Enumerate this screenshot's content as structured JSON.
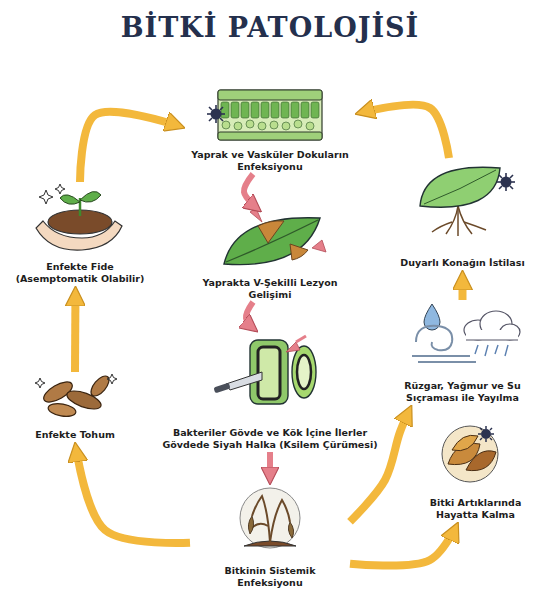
{
  "diagram": {
    "title": "BİTKİ PATOLOJİSİ",
    "nodes": [
      {
        "text": [
          "Yaprak ve Vasküler Dokuların Enfeksiyonu"
        ]
      },
      {
        "text": [
          "Enfekte Fide (Asemptomatik Olabilir)"
        ]
      },
      {
        "text": [
          "Yaprakta V-Şekilli Lezyon Gelişimi"
        ]
      },
      {
        "text": [
          "Duyarlı Konağın İstilası"
        ]
      },
      {
        "text": [
          "Rüzgar, Yağmur ve Su Sıçraması ile Yayılma"
        ]
      },
      {
        "text": [
          "Bakteriler Gövde ve Kök İçine İlerler Gövdede Siyah Halka (Ksilem Çürümesi)"
        ]
      },
      {
        "text": [
          "Enfekte Tohum"
        ]
      },
      {
        "text": [
          "Bitki Artıklarında Hayatta Kalma"
        ]
      },
      {
        "text": [
          "Bitkinin Sistemik Enfeksiyonu"
        ]
      }
    ],
    "edges": [
      {
        "from": 1,
        "to": 0,
        "arrow": "to"
      },
      {
        "from": 0,
        "to": 2,
        "arrow": "to"
      },
      {
        "from": 2,
        "to": 5,
        "arrow": "to"
      },
      {
        "from": 5,
        "to": 8,
        "arrow": "to"
      },
      {
        "from": 8,
        "to": 6,
        "arrow": "to"
      },
      {
        "from": 6,
        "to": 1,
        "arrow": "to"
      },
      {
        "from": 8,
        "to": 4,
        "arrow": "to"
      },
      {
        "from": 8,
        "to": 7,
        "arrow": "to"
      },
      {
        "from": 4,
        "to": 3,
        "arrow": "to"
      },
      {
        "from": 3,
        "to": 0,
        "arrow": "to"
      }
    ]
  }
}
